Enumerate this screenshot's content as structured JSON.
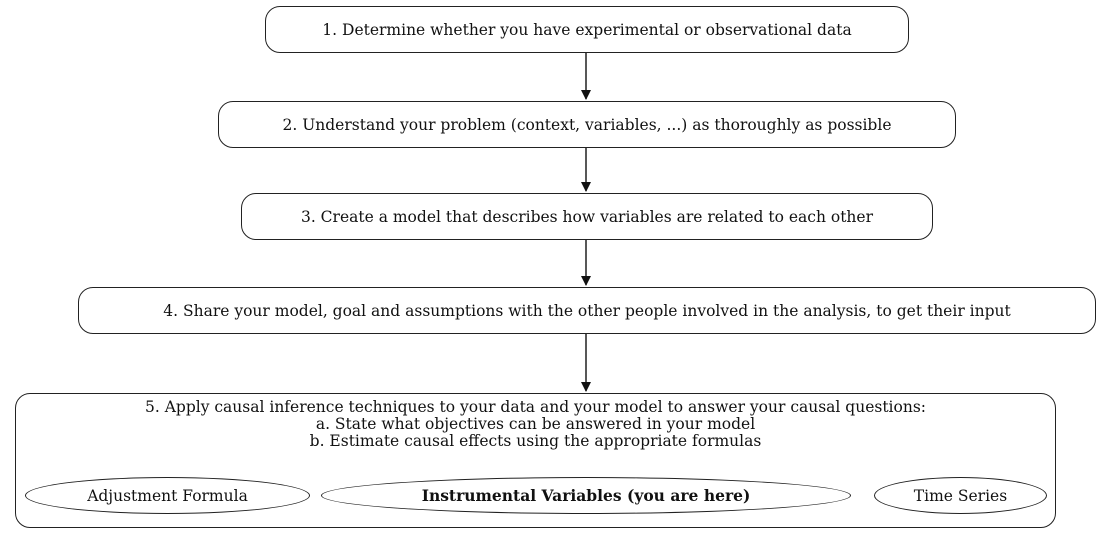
{
  "steps": [
    {
      "label": "1. Determine whether you have experimental or observational data"
    },
    {
      "label": "2. Understand your problem (context, variables, ...) as thoroughly as possible"
    },
    {
      "label": "3. Create a model that describes how variables are related to each other"
    },
    {
      "label": "4. Share your model, goal and assumptions with the other people involved in the analysis, to get their input"
    }
  ],
  "final_step": {
    "title": "5. Apply causal inference techniques to your data and your model to answer your causal questions:",
    "line_a": "a. State what objectives can be answered in your model",
    "line_b": "b. Estimate causal effects using the appropriate formulas",
    "techniques": [
      {
        "label": "Adjustment Formula",
        "current": false
      },
      {
        "label": "Instrumental Variables (you are here)",
        "current": true
      },
      {
        "label": "Time Series",
        "current": false
      }
    ]
  }
}
